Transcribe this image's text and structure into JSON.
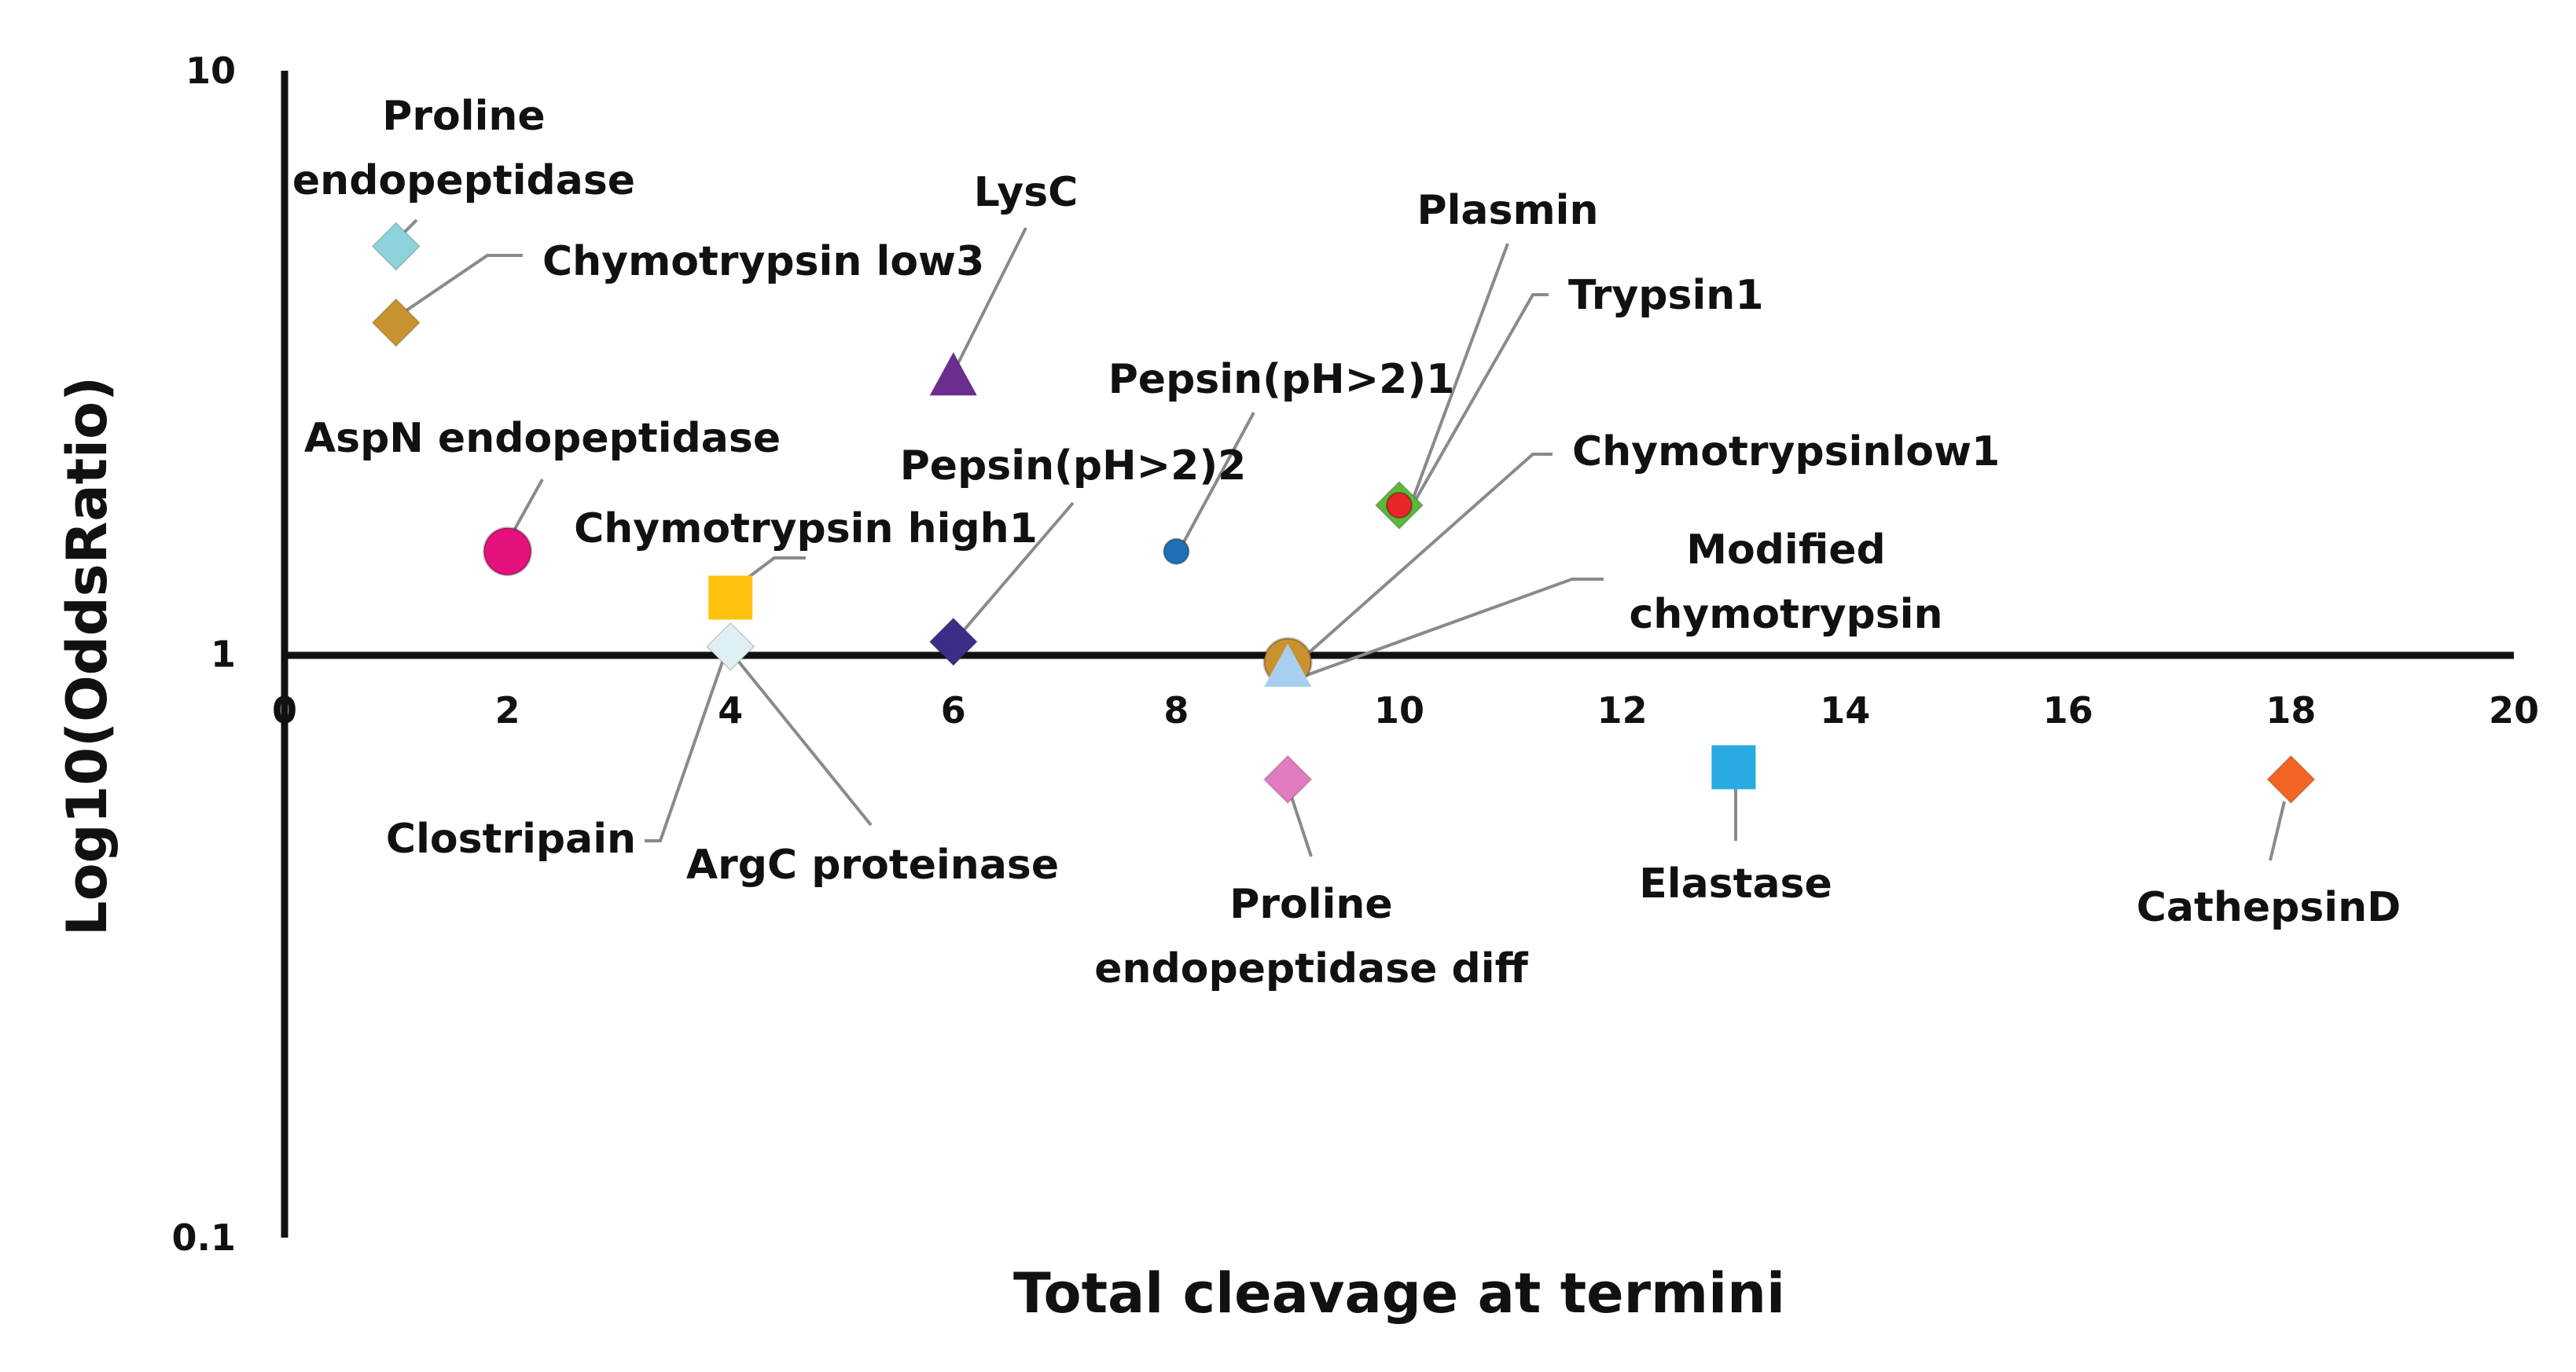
{
  "chart_data": {
    "type": "scatter",
    "title": "",
    "xlabel": "Total cleavage at termini",
    "ylabel": "Log10(OddsRatio)",
    "xlim": [
      0,
      20
    ],
    "ylim": [
      0.1,
      10
    ],
    "yscale": "log",
    "x_ticks": [
      "0",
      "2",
      "4",
      "6",
      "8",
      "10",
      "12",
      "14",
      "16",
      "18",
      "20"
    ],
    "y_ticks": [
      "0.1",
      "1",
      "10"
    ],
    "grid": false,
    "legend": "none",
    "points": [
      {
        "label": [
          "Proline",
          "endopeptidase"
        ],
        "x": 1,
        "y": 5.0,
        "marker": "diamond",
        "color": "#8ed3dc"
      },
      {
        "label": [
          "Chymotrypsin low3"
        ],
        "x": 1,
        "y": 3.7,
        "marker": "diamond",
        "color": "#c8932f"
      },
      {
        "label": [
          "LysC"
        ],
        "x": 6,
        "y": 3.0,
        "marker": "triangle",
        "color": "#6b2d8f"
      },
      {
        "label": [
          "AspN endopeptidase"
        ],
        "x": 2,
        "y": 1.5,
        "marker": "circle",
        "color": "#e5127d"
      },
      {
        "label": [
          "Chymotrypsin high1"
        ],
        "x": 4,
        "y": 1.25,
        "marker": "square",
        "color": "#ffc20e"
      },
      {
        "label": [
          "Pepsin(pH>2)1"
        ],
        "x": 8,
        "y": 1.5,
        "marker": "circle-small",
        "color": "#1f6fb5"
      },
      {
        "label": [
          "Pepsin(pH>2)2"
        ],
        "x": 6,
        "y": 1.05,
        "marker": "diamond",
        "color": "#3a2f86"
      },
      {
        "label": [
          "Plasmin"
        ],
        "x": 10,
        "y": 1.8,
        "marker": "circle-small",
        "color": "#e8262a"
      },
      {
        "label": [
          "Trypsin1"
        ],
        "x": 10,
        "y": 1.8,
        "marker": "diamond",
        "color": "#5cb83c"
      },
      {
        "label": [
          "Chymotrypsinlow1"
        ],
        "x": 9,
        "y": 0.97,
        "marker": "circle",
        "color": "#c8932f"
      },
      {
        "label": [
          "Modified",
          "chymotrypsin"
        ],
        "x": 9,
        "y": 0.95,
        "marker": "triangle",
        "color": "#a8d0ee"
      },
      {
        "label": [
          "Clostripain"
        ],
        "x": 4,
        "y": 1.03,
        "marker": "diamond",
        "color": "#dff0f5"
      },
      {
        "label": [
          "ArgC proteinase"
        ],
        "x": 4,
        "y": 1.03,
        "marker": "none",
        "color": "#dff0f5"
      },
      {
        "label": [
          "Proline",
          "endopeptidase diff"
        ],
        "x": 9,
        "y": 0.61,
        "marker": "diamond",
        "color": "#e27bbf"
      },
      {
        "label": [
          "Elastase"
        ],
        "x": 13,
        "y": 0.64,
        "marker": "square",
        "color": "#29aae1"
      },
      {
        "label": [
          "CathepsinD"
        ],
        "x": 18,
        "y": 0.61,
        "marker": "diamond",
        "color": "#f26522"
      }
    ]
  }
}
